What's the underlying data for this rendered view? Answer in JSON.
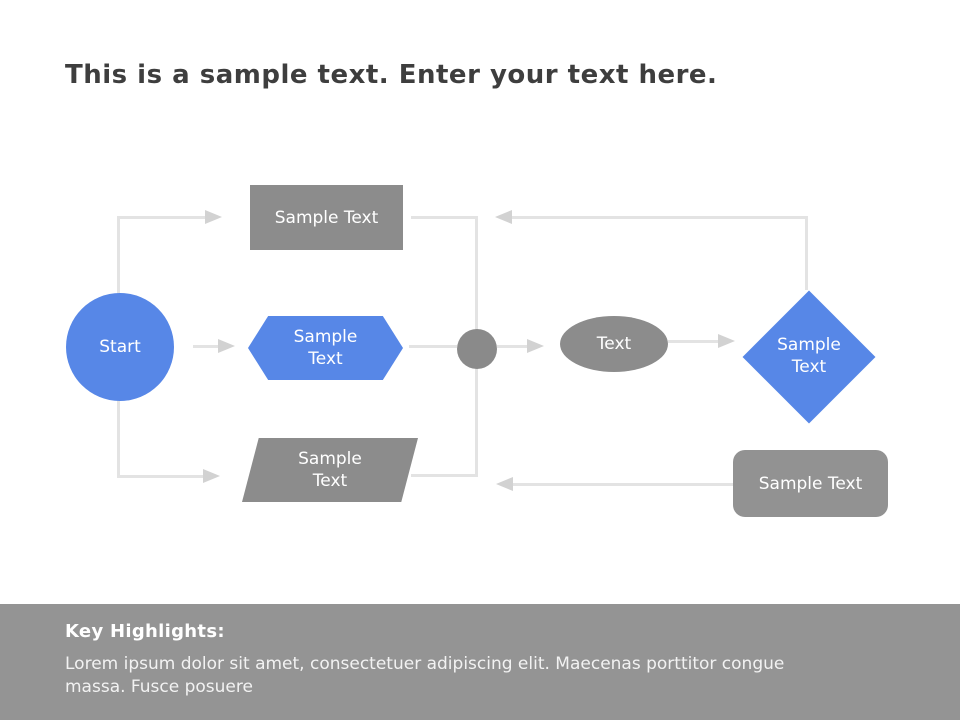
{
  "title": "This is a sample text. Enter your text here.",
  "flowchart": {
    "start": {
      "label": "Start"
    },
    "process_top": {
      "label": "Sample Text"
    },
    "hexagon": {
      "label": "Sample Text"
    },
    "parallelogram": {
      "label": "Sample Text"
    },
    "ellipse": {
      "label": "Text"
    },
    "diamond": {
      "label": "Sample Text"
    },
    "rounded_rect": {
      "label": "Sample Text"
    }
  },
  "footer": {
    "heading": "Key Highlights:",
    "body_line1": "Lorem ipsum dolor sit amet, consectetuer adipiscing elit. Maecenas porttitor congue",
    "body_line2": "massa. Fusce posuere"
  },
  "colors": {
    "blue": "#5787e7",
    "shape_gray": "#8c8c8c",
    "dot_gray": "#8a8a8a",
    "rounded_gray": "#929292",
    "footer_bg": "#949494",
    "line_gray": "#e3e3e3",
    "arrow_gray": "#d2d2d2",
    "title_color": "#3e3e3e"
  }
}
